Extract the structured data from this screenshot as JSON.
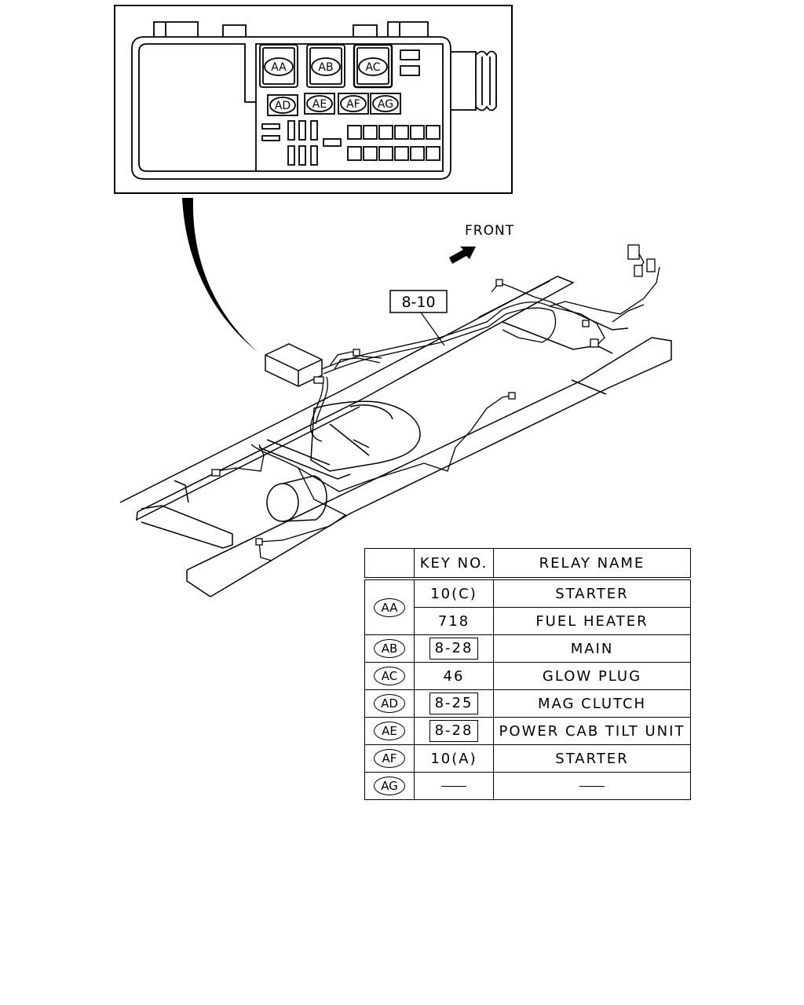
{
  "front_label": "FRONT",
  "harness_ref": "8-10",
  "inset": {
    "relay_positions": [
      "AA",
      "AB",
      "AC",
      "AD",
      "AE",
      "AF",
      "AG"
    ]
  },
  "table": {
    "headers": [
      "KEY NO.",
      "RELAY NAME"
    ],
    "rows": [
      {
        "id": "AA",
        "key": "10(C)",
        "key_boxed": false,
        "name": "STARTER"
      },
      {
        "id": "",
        "key": "718",
        "key_boxed": false,
        "name": "FUEL HEATER"
      },
      {
        "id": "AB",
        "key": "8-28",
        "key_boxed": true,
        "name": "MAIN"
      },
      {
        "id": "AC",
        "key": "46",
        "key_boxed": false,
        "name": "GLOW PLUG"
      },
      {
        "id": "AD",
        "key": "8-25",
        "key_boxed": true,
        "name": "MAG CLUTCH"
      },
      {
        "id": "AE",
        "key": "8-28",
        "key_boxed": true,
        "name": "POWER CAB TILT UNIT"
      },
      {
        "id": "AF",
        "key": "10(A)",
        "key_boxed": false,
        "name": "STARTER"
      },
      {
        "id": "AG",
        "key": "",
        "key_boxed": false,
        "name": ""
      }
    ]
  }
}
